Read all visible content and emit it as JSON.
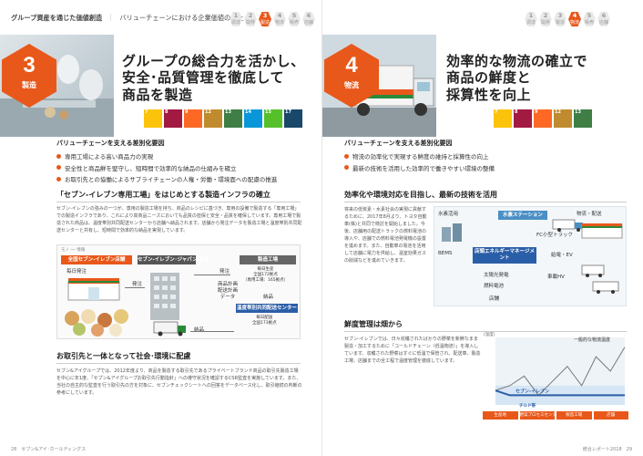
{
  "left": {
    "header": {
      "title": "グループ資産を通じた価値創造",
      "separator": "｜",
      "subtitle": "バリューチェーンにおける企業価値の向上"
    },
    "steps": [
      {
        "n": "1",
        "label": "調達"
      },
      {
        "n": "2",
        "label": "開発"
      },
      {
        "n": "3",
        "label": "製造",
        "active": true
      },
      {
        "n": "4",
        "label": "物流"
      },
      {
        "n": "5",
        "label": "販売"
      },
      {
        "n": "6",
        "label": "店舗"
      }
    ],
    "badge": {
      "number": "3",
      "label": "製造"
    },
    "title_lines": [
      "グループの総合力を活かし、",
      "安全･品質管理を徹底して",
      "商品を製造"
    ],
    "sdgs": [
      {
        "n": "7",
        "color": "#fcc30b"
      },
      {
        "n": "8",
        "color": "#a21942"
      },
      {
        "n": "9",
        "color": "#fd6925"
      },
      {
        "n": "12",
        "color": "#bf8b2e"
      },
      {
        "n": "13",
        "color": "#3f7e44"
      },
      {
        "n": "14",
        "color": "#0a97d9"
      },
      {
        "n": "15",
        "color": "#56c02b"
      },
      {
        "n": "17",
        "color": "#19486a"
      }
    ],
    "diff_heading": "バリューチェーンを支える差別化要因",
    "diff_items": [
      "専用工場による高い商品力の実現",
      "安全性と商品鮮を堅守し、短時間で効率的な納品の仕組みを確立",
      "お取引先との協働によるサプライチェーンの人権・労働・環境面への配慮の推進"
    ],
    "sec1_title": "「セブン-イレブン専用工場」をはじめとする製造インフラの確立",
    "sec1_text": "セブン-イレブンの強みの一つが、専用の製造工場を持ち、商品のレシピに基づき、専用の設備で製造する「専用工場」での製造インフラであり、これにより高商品ニーズにおいても品質の担保と安全・品質を確保しています。専用工場で製造された商品は、温度帯別共同配送センターから店舗へ納品されます。店舗から発注データを製造工場と温度帯別共同配送センターと共有し、短時間で効率的な納品を実現しています。",
    "diagram": {
      "legend": "モノ ── 情報",
      "store_header": "全国セブン-イレブン店舗",
      "store_sub": "毎日発注",
      "hq_header": "セブン-イレブン･ジャパン 本部",
      "factory_header": "製造工場",
      "factory_sub": "毎日生産\n全国172拠点\n（専用工場：165拠点）",
      "dc_header": "温度帯別共同配送センター",
      "dc_sub": "毎日配送\n全国173拠点",
      "order_label": "発注",
      "order_label2": "発注",
      "data_label": "商品計画\n配送計画\nデータ",
      "deliver_label": "納品",
      "deliver_label2": "納品"
    },
    "sec2_title": "お取引先と一体となって社会･環境に配慮",
    "sec2_text": "セブン&アイグループでは、2012年度より、商品を製造する取引先であるプライベートブランド商品の取引先製造工場を中心に年1度、「セブン&アイグループお取引先行動指針」への遵守状況を確認するCSR監査を実施しています。また、当社の自主的な監査を行う取引先の方を対象に、セブンチェックシートへの回答をデータベース化し、取引継続の判断の参考にしています。",
    "footer": "28　セブン&アイ･ホールディングス"
  },
  "right": {
    "steps": [
      {
        "n": "1",
        "label": "調達"
      },
      {
        "n": "2",
        "label": "開発"
      },
      {
        "n": "3",
        "label": "製造"
      },
      {
        "n": "4",
        "label": "物流",
        "active": true
      },
      {
        "n": "5",
        "label": "販売"
      },
      {
        "n": "6",
        "label": "店舗"
      }
    ],
    "badge": {
      "number": "4",
      "label": "物流"
    },
    "title_lines": [
      "効率的な物流の確立で",
      "商品の鮮度と",
      "採算性を向上"
    ],
    "sdgs": [
      {
        "n": "7",
        "color": "#fcc30b"
      },
      {
        "n": "8",
        "color": "#a21942"
      },
      {
        "n": "9",
        "color": "#fd6925"
      },
      {
        "n": "12",
        "color": "#bf8b2e"
      },
      {
        "n": "13",
        "color": "#3f7e44"
      }
    ],
    "diff_heading": "バリューチェーンを支える差別化要因",
    "diff_items": [
      "物流の効率化で実現する鮮度の維持と採算性の向上",
      "最新の技術を活用した効率的で働きやすい環境の整備"
    ],
    "sec1_title": "効率化や環境対応を目指し、最新の技術を活用",
    "sec1_text": "将来の低炭素・水素社会の実現に貢献するために、2017年8月より、トヨタ自動車(株)と共同で検討を開始しました。今後、店舗用の配送トラックの燃料電池の導入や、店舗での燃料電池発電機の設置を進めます。また、自動車の電池を活用して店舗に電力を供給し、温室効果ガスの削減などを進めていきます。",
    "energy_diagram": {
      "hydrogen_label": "水素活用",
      "station_label": "水素ステーション",
      "fc_truck_label": "FC小型トラック",
      "store_energy_label": "店頭エネルギーマネージメント",
      "solar_label": "太陽光発電",
      "fc_label": "燃料電池",
      "store_label": "店舗",
      "delivery_label": "物流・配送",
      "hv_label": "車載HV",
      "charge_label": "給電・EV",
      "bems_label": "BEMS"
    },
    "sec2_title": "鮮度管理は畑から",
    "sec2_text": "セブン-イレブンでは、日々収穫されたばかりの野菜を新鮮なまま製造・加工するために「コールドチェーン（低温物流）」を導入しています。収穫された野菜はすぐに低温で保管され、配送車、製造工場、店舗までの全工程で温度管理を徹底しています。",
    "chart_data": {
      "type": "line",
      "title": "",
      "ylabel": "(温度)",
      "series": [
        {
          "name": "一般的な物流温度",
          "values": [
            3,
            4,
            6,
            2,
            5,
            8,
            4,
            10,
            7,
            12
          ]
        },
        {
          "name": "セブン-イレブン",
          "values": [
            3,
            2,
            2,
            2,
            2,
            2,
            2,
            2,
            2,
            2
          ]
        }
      ],
      "stages": [
        "生産地",
        "野菜プロセスセンター",
        "製造工場",
        "店舗"
      ],
      "stage_header": "チルド帯"
    },
    "footer": "統合レポート2018　29"
  }
}
